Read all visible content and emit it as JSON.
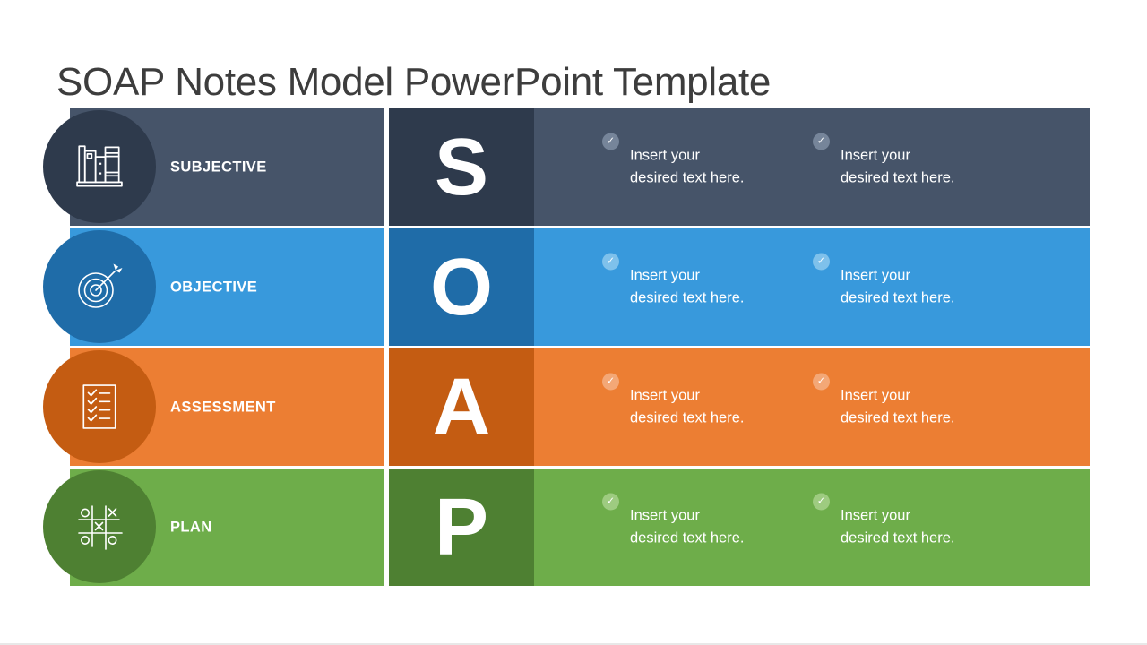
{
  "title": "SOAP Notes Model PowerPoint Template",
  "title_color": "#3d3d3d",
  "check_glyph": "✓",
  "rows": [
    {
      "label": "SUBJECTIVE",
      "letter": "S",
      "icon": "books-icon",
      "colors": {
        "band": "#465469",
        "dark": "#2e3a4c",
        "bullet": "#76859a"
      },
      "items": [
        {
          "line1": "Insert your",
          "line2": "desired text here."
        },
        {
          "line1": "Insert your",
          "line2": "desired text here."
        }
      ]
    },
    {
      "label": "OBJECTIVE",
      "letter": "O",
      "icon": "target-icon",
      "colors": {
        "band": "#3899dc",
        "dark": "#1f6ca8",
        "bullet": "#7fc1eb"
      },
      "items": [
        {
          "line1": "Insert your",
          "line2": "desired text here."
        },
        {
          "line1": "Insert your",
          "line2": "desired text here."
        }
      ]
    },
    {
      "label": "ASSESSMENT",
      "letter": "A",
      "icon": "checklist-icon",
      "colors": {
        "band": "#ec7e33",
        "dark": "#c45c12",
        "bullet": "#f3a877"
      },
      "items": [
        {
          "line1": "Insert your",
          "line2": "desired text here."
        },
        {
          "line1": "Insert your",
          "line2": "desired text here."
        }
      ]
    },
    {
      "label": "PLAN",
      "letter": "P",
      "icon": "tictactoe-icon",
      "colors": {
        "band": "#6ead4a",
        "dark": "#4e8032",
        "bullet": "#9ecb80"
      },
      "items": [
        {
          "line1": "Insert your",
          "line2": "desired text here."
        },
        {
          "line1": "Insert your",
          "line2": "desired text here."
        }
      ]
    }
  ]
}
